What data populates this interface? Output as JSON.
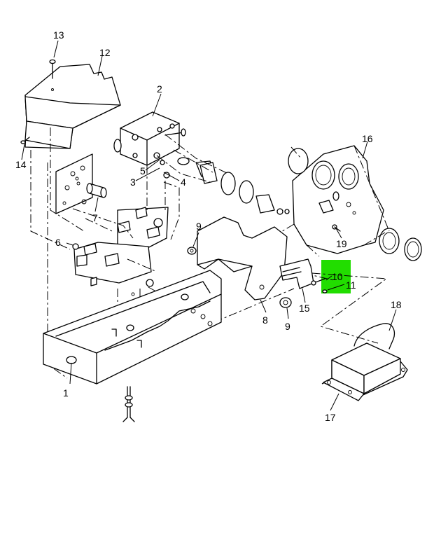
{
  "colors": {
    "highlight": "#22dd00",
    "line": "#000000",
    "background": "#ffffff"
  },
  "highlighted_part": "10",
  "callouts": {
    "c1": "1",
    "c2": "2",
    "c3": "3",
    "c4": "4",
    "c5": "5",
    "c6": "6",
    "c7": "7",
    "c8": "8",
    "c9a": "9",
    "c9b": "9",
    "c10": "10",
    "c11": "11",
    "c12": "12",
    "c13": "13",
    "c14": "14",
    "c15": "15",
    "c16": "16",
    "c17": "17",
    "c18": "18",
    "c19": "19"
  }
}
